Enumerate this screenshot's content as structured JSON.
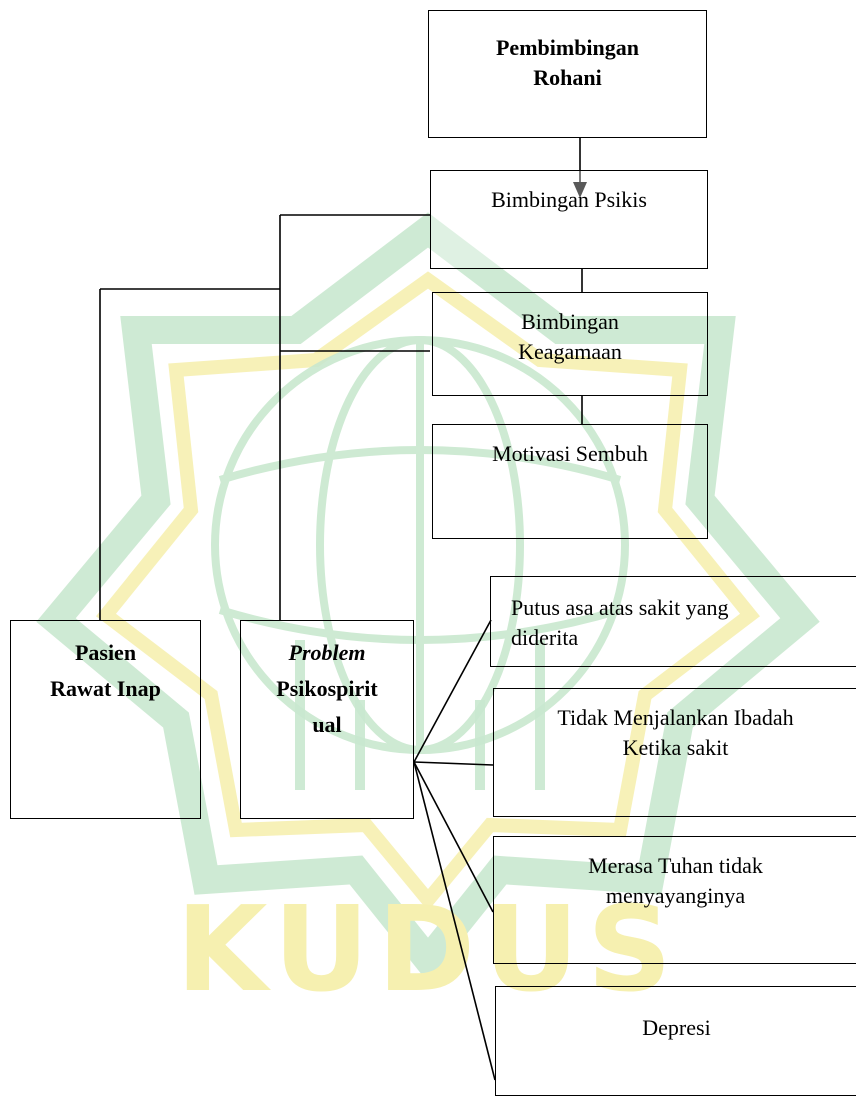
{
  "watermark": {
    "text": "KUDUS",
    "colors": {
      "green": "#c9e8cf",
      "yellow": "#f6f0b0"
    }
  },
  "boxes": {
    "pembimbingan_rohani": {
      "line1": "Pembimbingan",
      "line2": "Rohani"
    },
    "bimbingan_psikis": {
      "text": "Bimbingan Psikis"
    },
    "bimbingan_keagamaan": {
      "line1": "Bimbingan",
      "line2": "Keagamaan"
    },
    "motivasi_sembuh": {
      "text": "Motivasi Sembuh"
    },
    "pasien_rawat_inap": {
      "line1": "Pasien",
      "line2": "Rawat Inap"
    },
    "problem_psikospiritual": {
      "line1": "Problem",
      "line2": "Psikospirit",
      "line3": "ual"
    },
    "putus_asa": {
      "line1": "Putus asa atas sakit yang",
      "line2": "diderita"
    },
    "tidak_menjalankan_ibadah": {
      "line1": "Tidak Menjalankan Ibadah",
      "line2": "Ketika sakit"
    },
    "merasa_tuhan": {
      "line1": "Merasa Tuhan tidak",
      "line2": "menyayanginya"
    },
    "depresi": {
      "text": "Depresi"
    }
  }
}
